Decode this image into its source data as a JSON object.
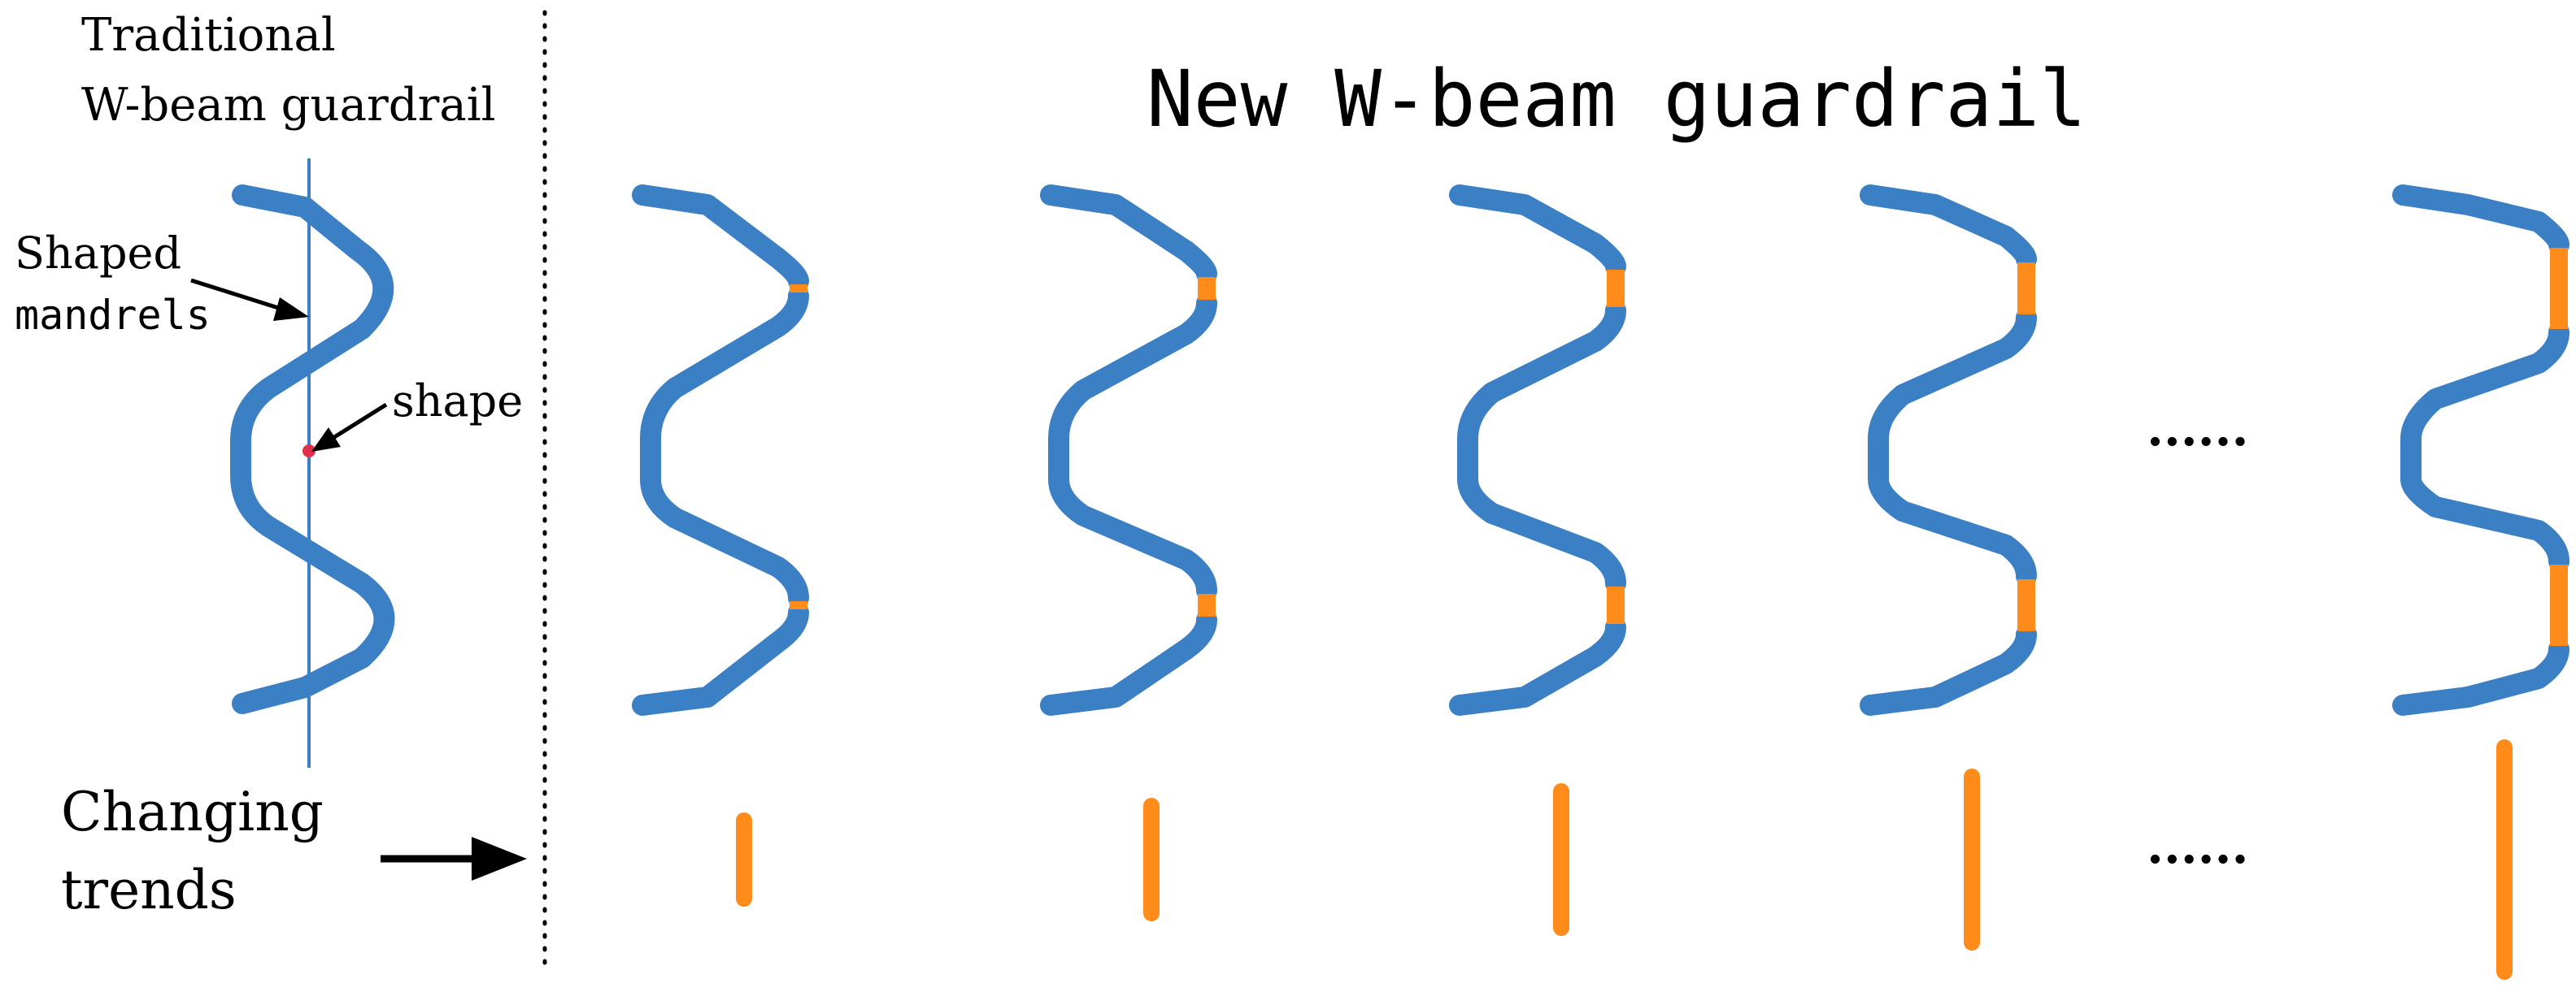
{
  "left_panel": {
    "title_line1": "Traditional",
    "title_line2": "W-beam guardrail",
    "mandrel_label_line1": "Shaped",
    "mandrel_label_line2": "mandrels",
    "shape_label": "shape"
  },
  "right_panel": {
    "title": "New W-beam guardrail",
    "ellipsis": "......"
  },
  "bottom": {
    "trend_label_line1": "Changing",
    "trend_label_line2": "trends",
    "ellipsis": "......"
  },
  "colors": {
    "beam": "#3b7fc4",
    "insert": "#ff8c1a",
    "mandrel": "#3b7fc4",
    "shape_dot": "#e0304a",
    "divider": "#000000"
  },
  "variants": [
    {
      "insert_level": 1
    },
    {
      "insert_level": 2
    },
    {
      "insert_level": 3
    },
    {
      "insert_level": 4
    },
    {
      "insert_level": 6
    }
  ]
}
